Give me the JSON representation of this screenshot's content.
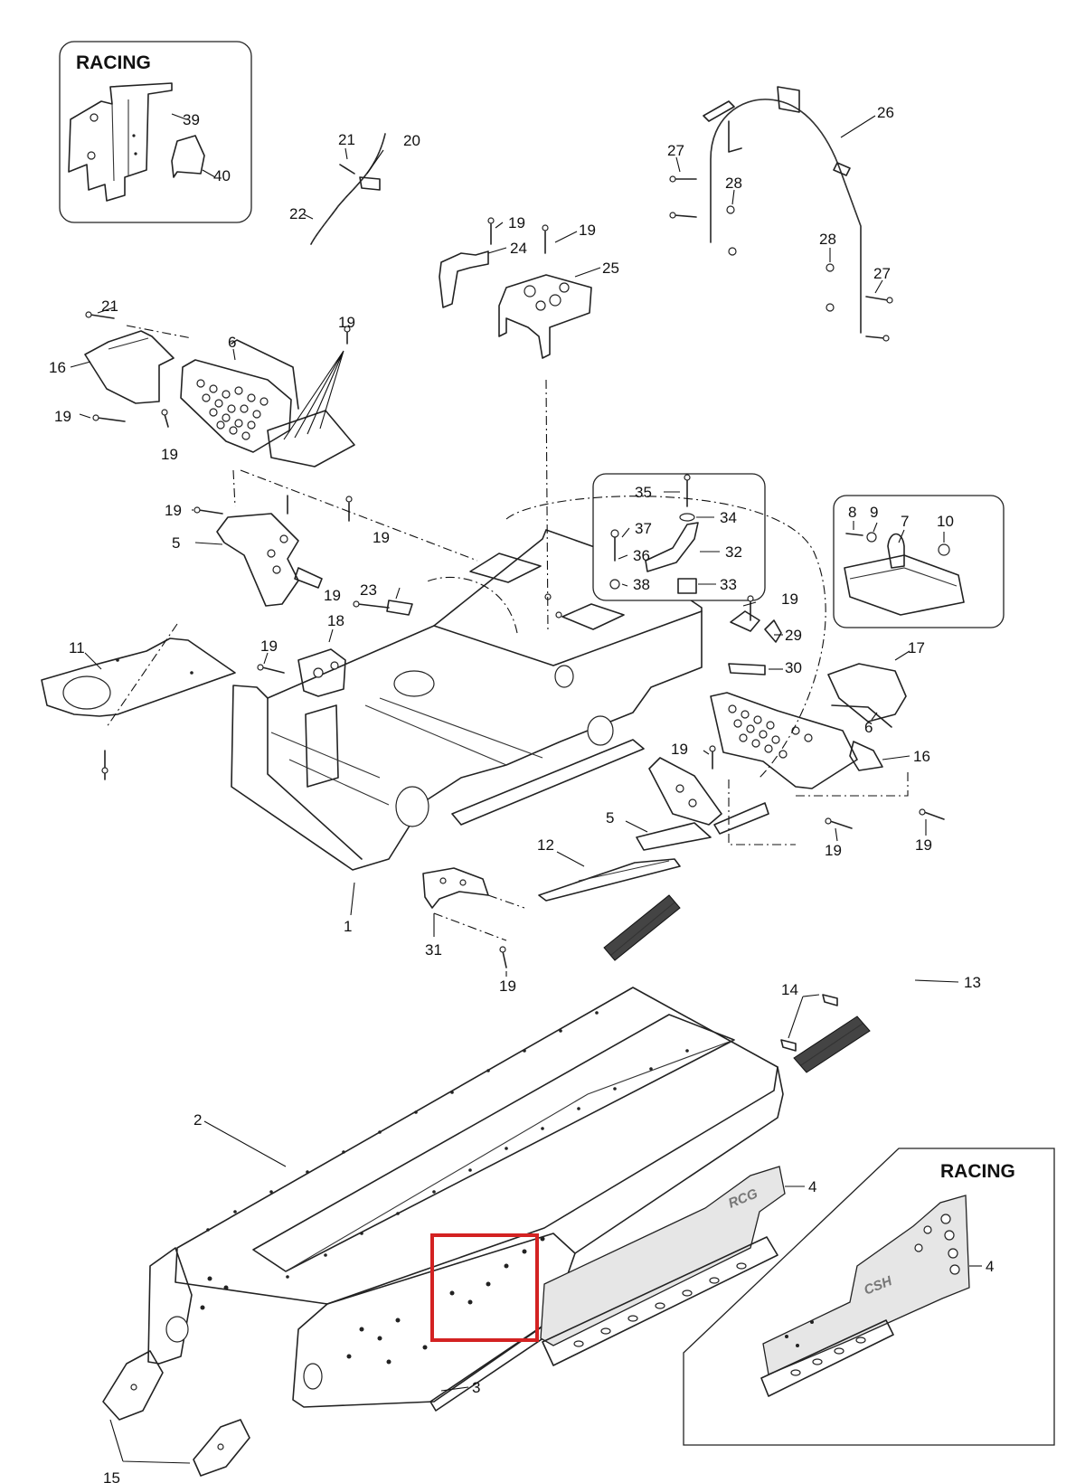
{
  "diagram": {
    "inset_labels": {
      "racing_top": "RACING",
      "racing_bottom": "RACING"
    },
    "part_numbers": {
      "p1": "1",
      "p2": "2",
      "p3": "3",
      "p4a": "4",
      "p4b": "4",
      "p5a": "5",
      "p5b": "5",
      "p6a": "6",
      "p6b": "6",
      "p7": "7",
      "p8": "8",
      "p9": "9",
      "p10": "10",
      "p11": "11",
      "p12": "12",
      "p13": "13",
      "p14": "14",
      "p15": "15",
      "p16a": "16",
      "p16b": "16",
      "p17": "17",
      "p18": "18",
      "p19a": "19",
      "p19b": "19",
      "p19c": "19",
      "p19d": "19",
      "p19e": "19",
      "p19f": "19",
      "p19g": "19",
      "p19h": "19",
      "p19i": "19",
      "p19j": "19",
      "p19k": "19",
      "p19l": "19",
      "p19m": "19",
      "p19n": "19",
      "p20": "20",
      "p21a": "21",
      "p21b": "21",
      "p22": "22",
      "p23": "23",
      "p24": "24",
      "p25": "25",
      "p26": "26",
      "p27a": "27",
      "p27b": "27",
      "p28a": "28",
      "p28b": "28",
      "p29": "29",
      "p30": "30",
      "p31": "31",
      "p32": "32",
      "p33": "33",
      "p34": "34",
      "p35": "35",
      "p36": "36",
      "p37": "37",
      "p38": "38",
      "p39": "39",
      "p40": "40"
    },
    "decals": {
      "tunnel_side": "RCG",
      "racing_side": "CSH"
    },
    "highlight_color": "#d32222"
  }
}
